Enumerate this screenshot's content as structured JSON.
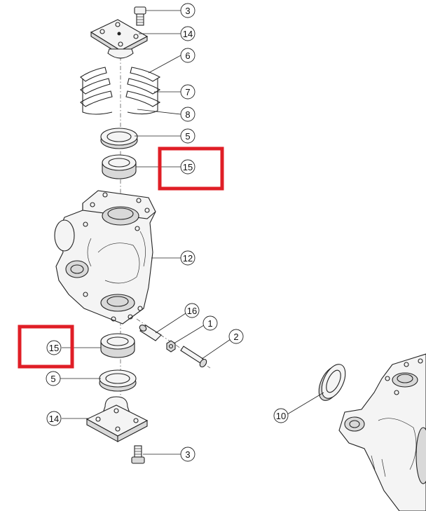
{
  "colors": {
    "line": "#222222",
    "highlight": "#e01e26",
    "background": "#ffffff"
  },
  "callouts": [
    {
      "label": "3"
    },
    {
      "label": "14"
    },
    {
      "label": "6"
    },
    {
      "label": "7"
    },
    {
      "label": "8"
    },
    {
      "label": "5"
    },
    {
      "label": "15"
    },
    {
      "label": "12"
    },
    {
      "label": "16"
    },
    {
      "label": "1"
    },
    {
      "label": "2"
    },
    {
      "label": "15"
    },
    {
      "label": "5"
    },
    {
      "label": "14"
    },
    {
      "label": "3"
    },
    {
      "label": "10"
    }
  ]
}
